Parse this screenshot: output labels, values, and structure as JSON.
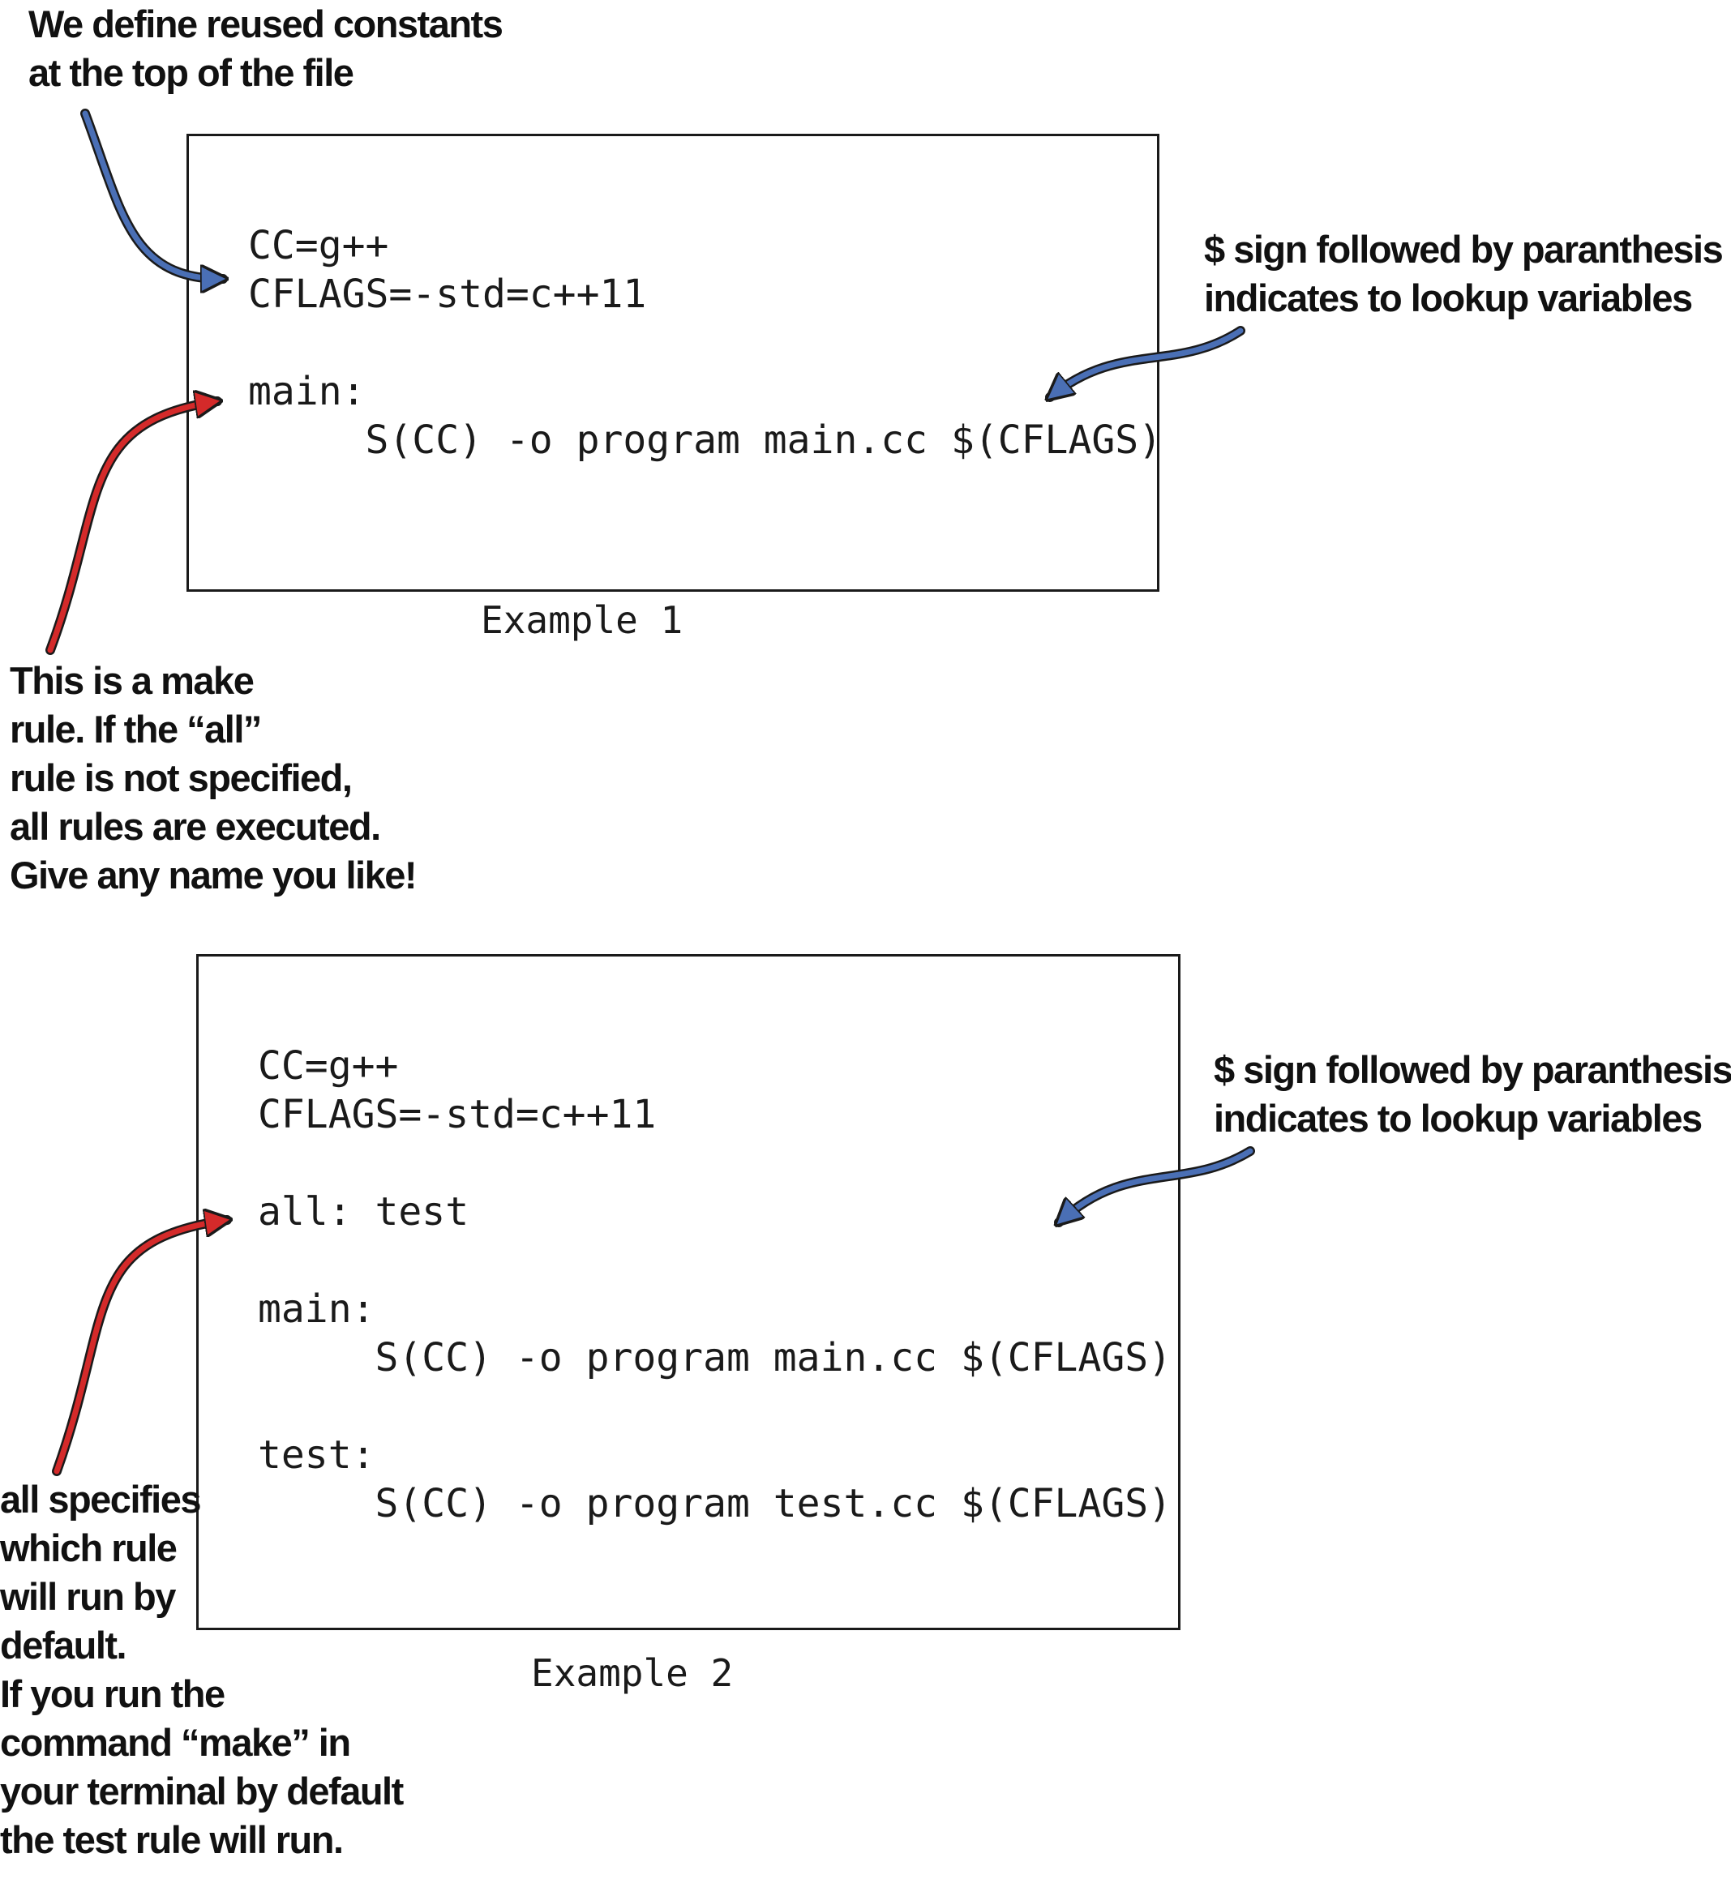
{
  "example1": {
    "code": "CC=g++\nCFLAGS=-std=c++11\n\nmain:\n     S(CC) -o program main.cc $(CFLAGS)",
    "caption": "Example 1"
  },
  "example2": {
    "code": "CC=g++\nCFLAGS=-std=c++11\n\nall: test\n\nmain:\n     S(CC) -o program main.cc $(CFLAGS)\n\ntest:\n     S(CC) -o program test.cc $(CFLAGS)",
    "caption": "Example 2"
  },
  "annotations": {
    "constants": "We define reused constants\nat the top of the file",
    "lookup_1": "$ sign followed by paranthesis\nindicates to lookup variables",
    "make_rule": "This is a make\nrule. If the “all”\nrule is not specified,\nall rules are executed.\nGive any name you like!",
    "lookup_2": "$ sign followed by paranthesis\nindicates to lookup variables",
    "all_default": "all specifies\nwhich rule\nwill run by\ndefault.\nIf you run the\ncommand “make” in\nyour terminal by default\nthe test rule will run."
  },
  "colors": {
    "blue_arrow": "#4a6fb5",
    "red_arrow": "#d42a2a",
    "outline": "#1a1a1a"
  }
}
